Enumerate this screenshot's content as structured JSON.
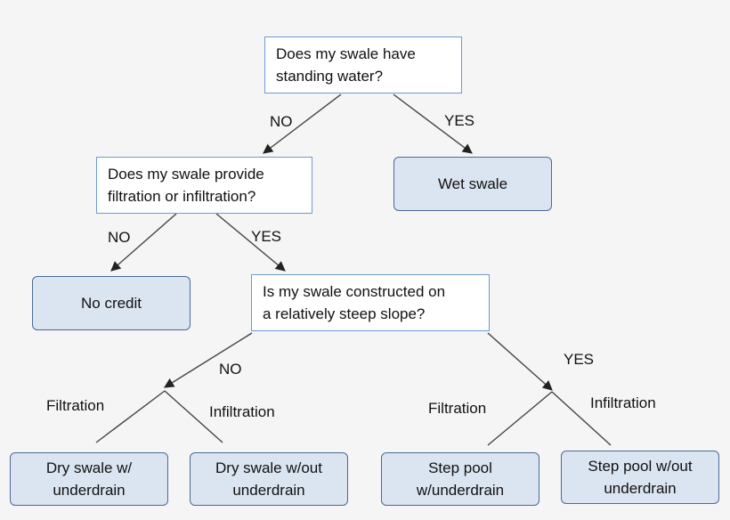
{
  "nodes": {
    "q_standing_water": "Does my swale have\nstanding water?",
    "wet_swale": "Wet swale",
    "q_filtration": "Does my swale provide\nfiltration or infiltration?",
    "no_credit": "No credit",
    "q_steep_slope": "Is my swale constructed on\na relatively steep slope?",
    "dry_swale_underdrain": "Dry swale w/\nunderdrain",
    "dry_swale_no_underdrain": "Dry swale w/out\nunderdrain",
    "step_pool_underdrain": "Step pool\nw/underdrain",
    "step_pool_no_underdrain": "Step pool w/out\nunderdrain"
  },
  "edge_labels": {
    "no_1": "NO",
    "yes_1": "YES",
    "no_2": "NO",
    "yes_2": "YES",
    "no_3": "NO",
    "yes_3": "YES",
    "filtration_left": "Filtration",
    "infiltration_left": "Infiltration",
    "filtration_right": "Filtration",
    "infiltration_right": "Infiltration"
  },
  "colors": {
    "question_border": "#6f9ad3",
    "terminal_fill": "#dbe4f1",
    "terminal_border": "#4c6a94",
    "line": "#333333"
  }
}
